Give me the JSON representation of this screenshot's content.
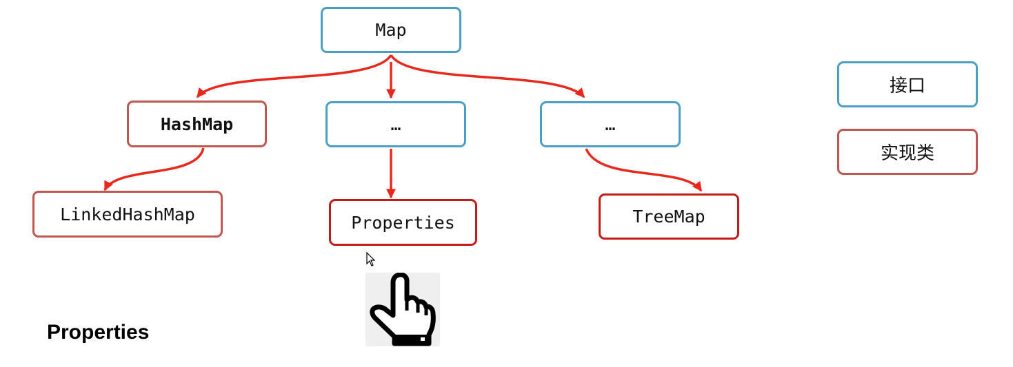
{
  "diagram": {
    "nodes": {
      "map": "Map",
      "hashmap": "HashMap",
      "dots_middle": "…",
      "dots_right": "…",
      "linkedhashmap": "LinkedHashMap",
      "properties": "Properties",
      "treemap": "TreeMap"
    },
    "legend": {
      "interface": "接口",
      "implementation": "实现类"
    },
    "caption": "Properties"
  },
  "colors": {
    "interface_border": "#4a9fc4",
    "implementation_border": "#c0564f",
    "implementation_strong_border": "#c41a1a",
    "arrow": "#e8281c"
  },
  "icons": [
    "pointing-hand-icon",
    "mouse-cursor-icon"
  ]
}
